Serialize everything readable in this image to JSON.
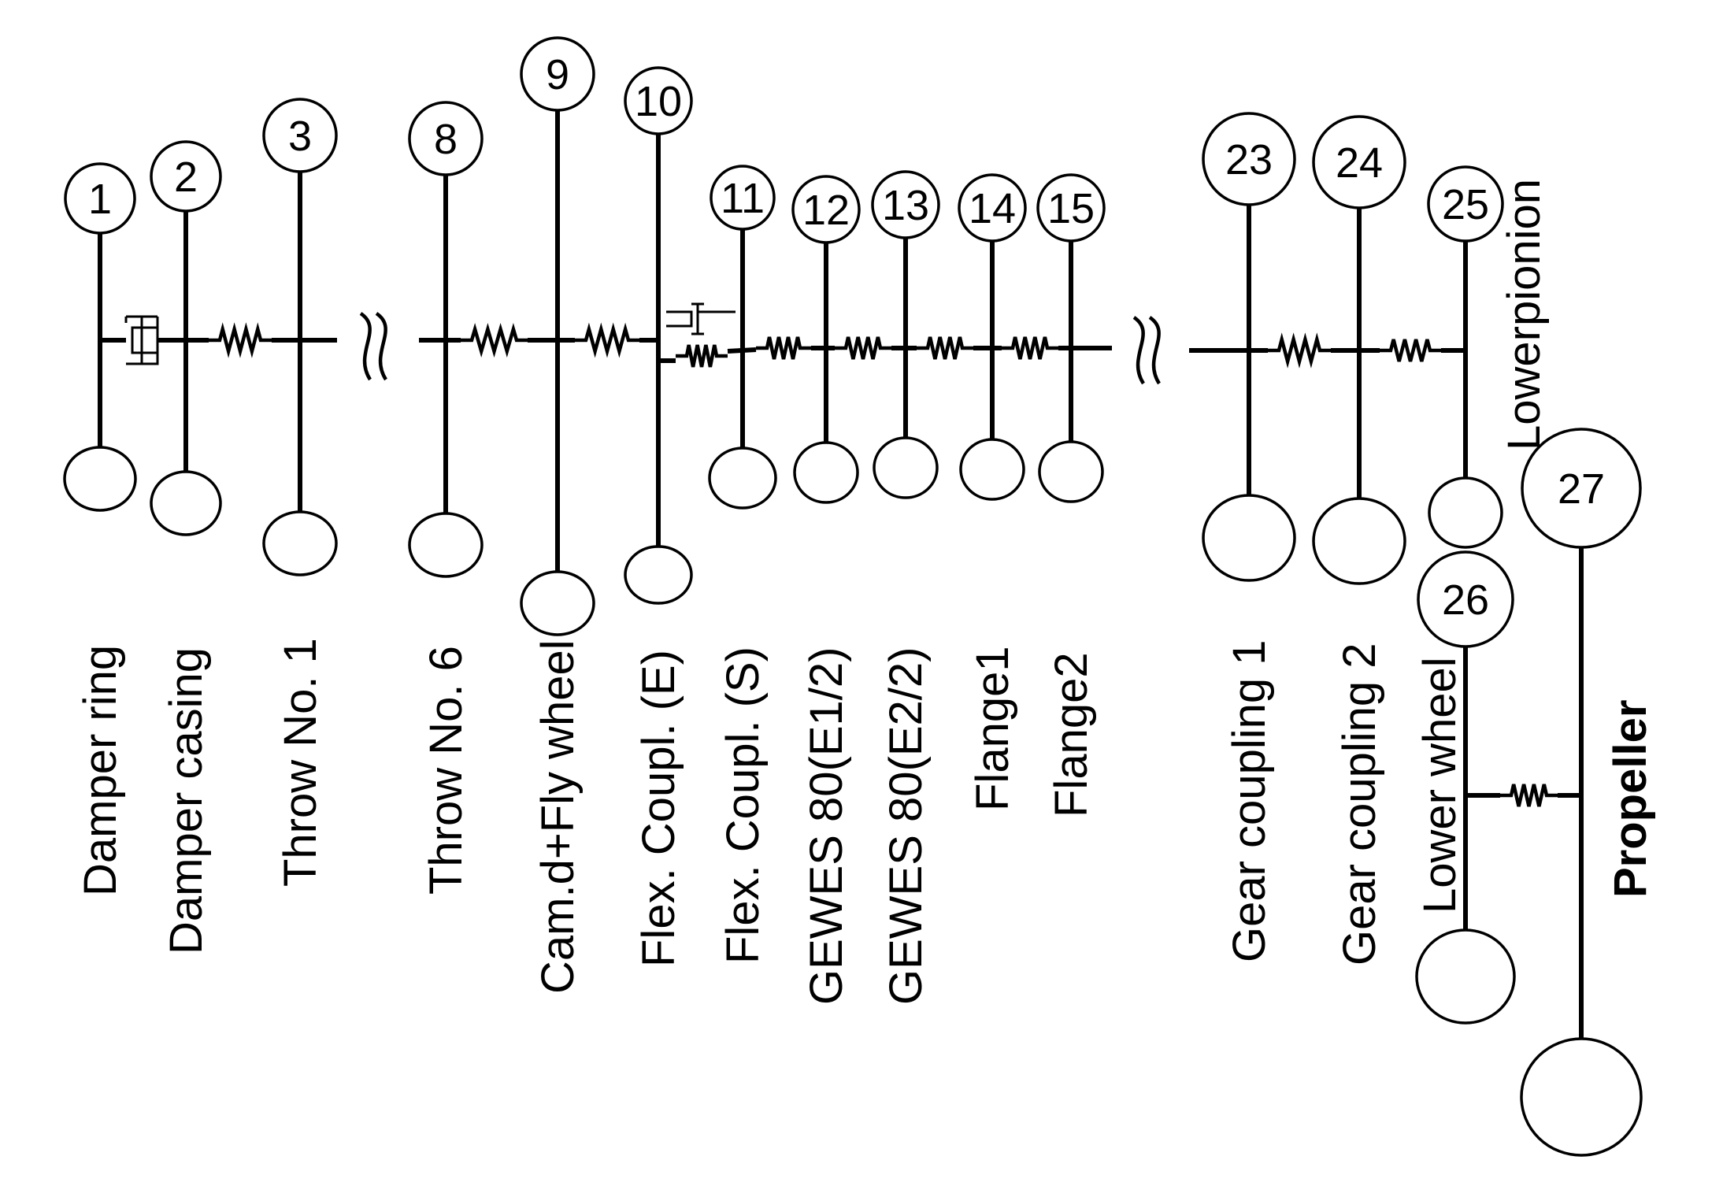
{
  "diagram": {
    "masses": [
      {
        "num": "1",
        "label": "Damper ring"
      },
      {
        "num": "2",
        "label": "Damper casing"
      },
      {
        "num": "3",
        "label": "Throw No. 1"
      },
      {
        "num": "8",
        "label": "Throw No. 6"
      },
      {
        "num": "9",
        "label": "Cam.d+Fly wheel"
      },
      {
        "num": "10",
        "label": "Flex. Coupl. (E)"
      },
      {
        "num": "11",
        "label": "Flex. Coupl. (S)"
      },
      {
        "num": "12",
        "label": "GEWES 80(E1/2)"
      },
      {
        "num": "13",
        "label": "GEWES 80(E2/2)"
      },
      {
        "num": "14",
        "label": "Flange1"
      },
      {
        "num": "15",
        "label": "Flange2"
      },
      {
        "num": "23",
        "label": "Gear coupling 1"
      },
      {
        "num": "24",
        "label": "Gear coupling 2"
      },
      {
        "num": "25",
        "label": "Lowerpionion"
      },
      {
        "num": "26",
        "label": "Lower wheel"
      },
      {
        "num": "27",
        "label": "Propeller"
      }
    ],
    "colors": {
      "ink": "#000000",
      "background": "#ffffff"
    }
  }
}
